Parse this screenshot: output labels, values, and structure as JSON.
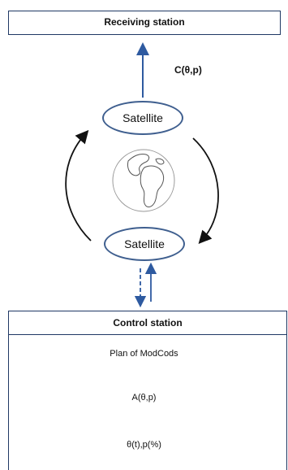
{
  "receiving_station": {
    "title": "Receiving station"
  },
  "uplink_label": "C(θ,p)",
  "satellite_top": {
    "label": "Satellite"
  },
  "satellite_bottom": {
    "label": "Satellite"
  },
  "control_station": {
    "title": "Control station",
    "steps": [
      "Plan of ModCods",
      "A(θ,p)",
      "θ(t),p(%)"
    ]
  },
  "colors": {
    "box_border": "#1f3864",
    "arrow_blue": "#2e5aa0",
    "ellipse_border": "#3f5f8f",
    "orbit_arrow": "#111111"
  },
  "icons": {
    "earth": "globe-icon"
  }
}
